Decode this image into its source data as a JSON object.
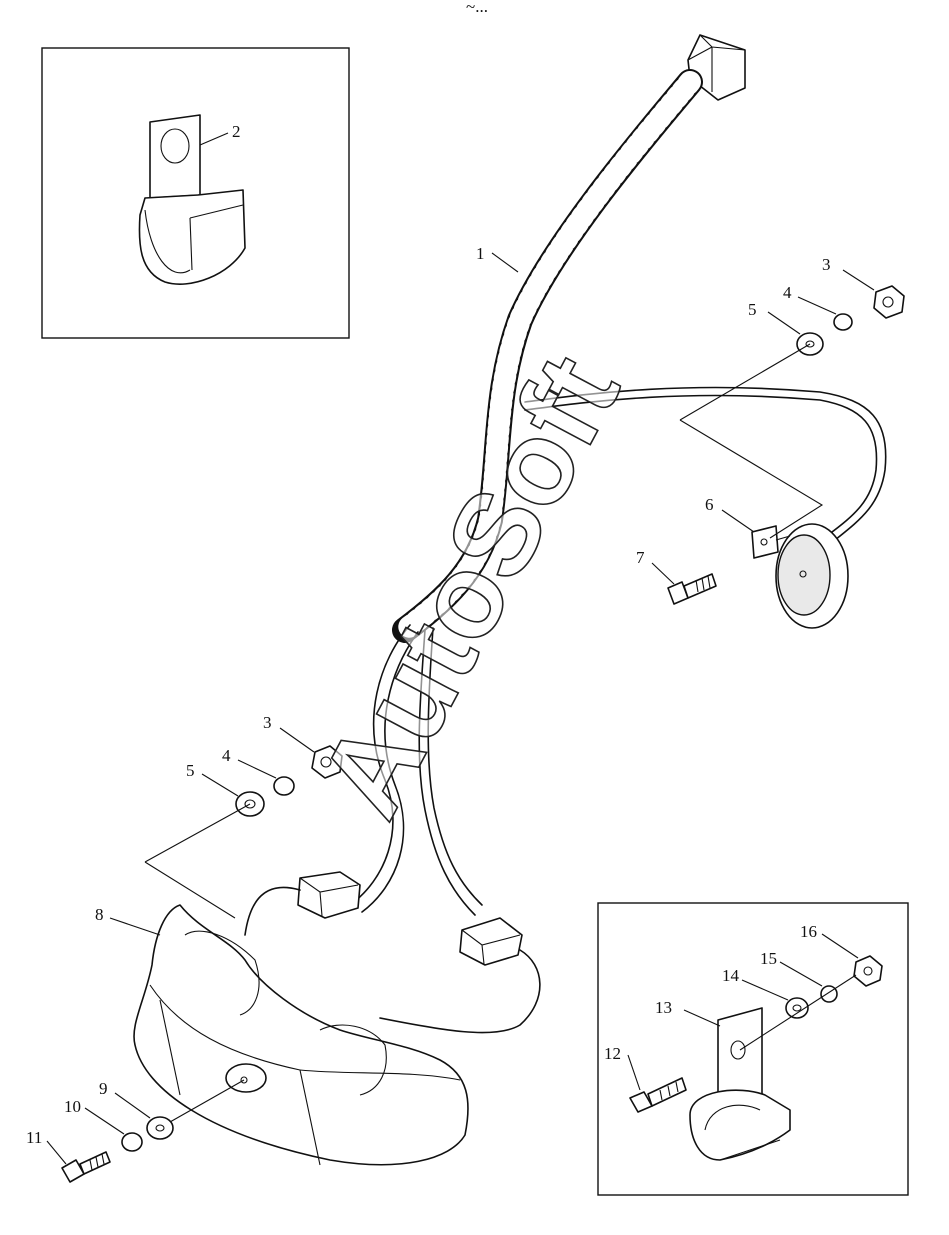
{
  "header_mark": "~...",
  "watermark": "AutoSoft",
  "callouts": [
    {
      "id": "callout-1",
      "text": "1"
    },
    {
      "id": "callout-2",
      "text": "2"
    },
    {
      "id": "callout-3a",
      "text": "3"
    },
    {
      "id": "callout-4a",
      "text": "4"
    },
    {
      "id": "callout-5a",
      "text": "5"
    },
    {
      "id": "callout-6",
      "text": "6"
    },
    {
      "id": "callout-7",
      "text": "7"
    },
    {
      "id": "callout-3b",
      "text": "3"
    },
    {
      "id": "callout-4b",
      "text": "4"
    },
    {
      "id": "callout-5b",
      "text": "5"
    },
    {
      "id": "callout-8",
      "text": "8"
    },
    {
      "id": "callout-9",
      "text": "9"
    },
    {
      "id": "callout-10",
      "text": "10"
    },
    {
      "id": "callout-11",
      "text": "11"
    },
    {
      "id": "callout-12",
      "text": "12"
    },
    {
      "id": "callout-13",
      "text": "13"
    },
    {
      "id": "callout-14",
      "text": "14"
    },
    {
      "id": "callout-15",
      "text": "15"
    },
    {
      "id": "callout-16",
      "text": "16"
    }
  ]
}
